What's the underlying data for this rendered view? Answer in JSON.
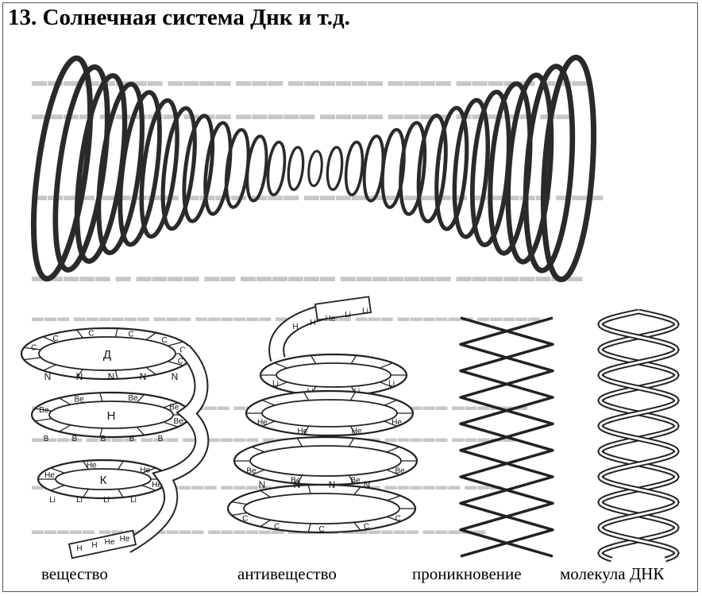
{
  "title": "13. Солнечная система Днк и т.д.",
  "captions": {
    "matter": "вещество",
    "antimatter": "антивещество",
    "penetration": "проникновение",
    "dna": "молекула ДНК"
  },
  "matter_coil_labels": {
    "top": [
      "С",
      "С",
      "С",
      "С",
      "С",
      "С",
      "С"
    ],
    "top_center": "Д",
    "wave_row": [
      "N",
      "N",
      "N",
      "N",
      "N"
    ],
    "mid": [
      "Ве",
      "Ве",
      "Ве",
      "Ве",
      "Ве"
    ],
    "mid_center": "Н",
    "mid_low": [
      "В",
      "В",
      "В",
      "В",
      "В"
    ],
    "low": [
      "Не",
      "Не",
      "Не",
      "Не"
    ],
    "low_center": "К",
    "bottom": [
      "Li",
      "Li",
      "Li",
      "Li"
    ],
    "tail": [
      "Н",
      "Н",
      "Не",
      "Не"
    ]
  },
  "antimatter_coil_labels": {
    "top": [
      "Н",
      "Н",
      "Не",
      "Li",
      "Li"
    ],
    "upper": [
      "Li",
      "Li",
      "Li",
      "Li"
    ],
    "upper2": [
      "Не",
      "Не",
      "Не",
      "Не"
    ],
    "mid": [
      "Ве",
      "Ве",
      "Ве",
      "Ве"
    ],
    "low": [
      "N",
      "N",
      "N",
      "N"
    ],
    "bottom": [
      "С",
      "С",
      "С",
      "С",
      "С"
    ]
  }
}
